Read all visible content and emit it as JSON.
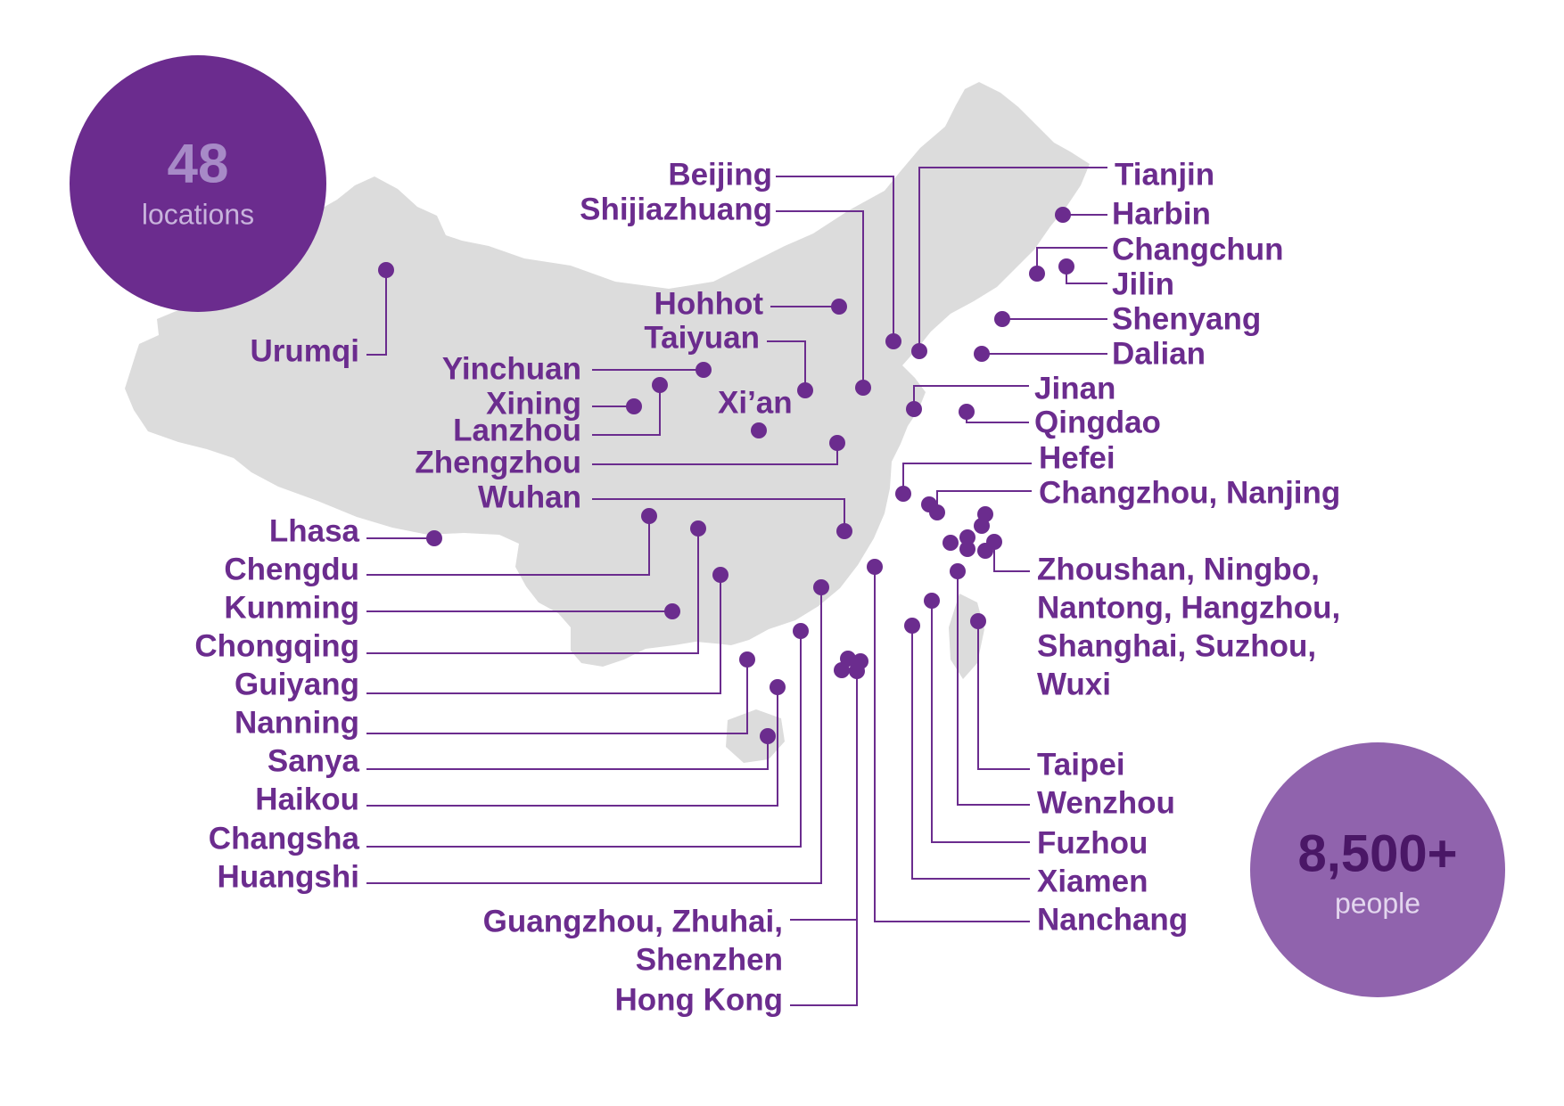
{
  "colors": {
    "land": "#dcdcdc",
    "accent": "#6b2c8e",
    "badge_dark": "#6b2c8e",
    "badge_light": "#9063ad",
    "badge_dark_number": "#a78ac7",
    "badge_dark_sub": "#c8b3dc",
    "badge_light_number": "#4a1766",
    "badge_light_sub": "#e3d6ee"
  },
  "badges": {
    "locations": {
      "number": "48",
      "label": "locations"
    },
    "people": {
      "number": "8,500+",
      "label": "people"
    }
  },
  "cities": [
    {
      "id": "beijing",
      "lines": [
        "Beijing"
      ]
    },
    {
      "id": "shijiazhuang",
      "lines": [
        "Shijiazhuang"
      ]
    },
    {
      "id": "tianjin",
      "lines": [
        "Tianjin"
      ]
    },
    {
      "id": "harbin",
      "lines": [
        "Harbin"
      ]
    },
    {
      "id": "changchun",
      "lines": [
        "Changchun"
      ]
    },
    {
      "id": "jilin",
      "lines": [
        "Jilin"
      ]
    },
    {
      "id": "shenyang",
      "lines": [
        "Shenyang"
      ]
    },
    {
      "id": "dalian",
      "lines": [
        "Dalian"
      ]
    },
    {
      "id": "hohhot",
      "lines": [
        "Hohhot"
      ]
    },
    {
      "id": "taiyuan",
      "lines": [
        "Taiyuan"
      ]
    },
    {
      "id": "urumqi",
      "lines": [
        "Urumqi"
      ]
    },
    {
      "id": "yinchuan",
      "lines": [
        "Yinchuan"
      ]
    },
    {
      "id": "xining",
      "lines": [
        "Xining"
      ]
    },
    {
      "id": "lanzhou",
      "lines": [
        "Lanzhou"
      ]
    },
    {
      "id": "xian",
      "lines": [
        "Xi’an"
      ]
    },
    {
      "id": "zhengzhou",
      "lines": [
        "Zhengzhou"
      ]
    },
    {
      "id": "wuhan",
      "lines": [
        "Wuhan"
      ]
    },
    {
      "id": "jinan",
      "lines": [
        "Jinan"
      ]
    },
    {
      "id": "qingdao",
      "lines": [
        "Qingdao"
      ]
    },
    {
      "id": "hefei",
      "lines": [
        "Hefei"
      ]
    },
    {
      "id": "changzhou_nanjing",
      "lines": [
        "Changzhou, Nanjing"
      ]
    },
    {
      "id": "yangtze_delta",
      "lines": [
        "Zhoushan, Ningbo,",
        "Nantong, Hangzhou,",
        "Shanghai, Suzhou,",
        "Wuxi"
      ]
    },
    {
      "id": "lhasa",
      "lines": [
        "Lhasa"
      ]
    },
    {
      "id": "chengdu",
      "lines": [
        "Chengdu"
      ]
    },
    {
      "id": "kunming",
      "lines": [
        "Kunming"
      ]
    },
    {
      "id": "chongqing",
      "lines": [
        "Chongqing"
      ]
    },
    {
      "id": "guiyang",
      "lines": [
        "Guiyang"
      ]
    },
    {
      "id": "nanning",
      "lines": [
        "Nanning"
      ]
    },
    {
      "id": "sanya",
      "lines": [
        "Sanya"
      ]
    },
    {
      "id": "haikou",
      "lines": [
        "Haikou"
      ]
    },
    {
      "id": "changsha",
      "lines": [
        "Changsha"
      ]
    },
    {
      "id": "huangshi",
      "lines": [
        "Huangshi"
      ]
    },
    {
      "id": "pearl_delta",
      "lines": [
        "Guangzhou, Zhuhai,",
        "Shenzhen"
      ]
    },
    {
      "id": "hongkong",
      "lines": [
        "Hong Kong"
      ]
    },
    {
      "id": "taipei",
      "lines": [
        "Taipei"
      ]
    },
    {
      "id": "wenzhou",
      "lines": [
        "Wenzhou"
      ]
    },
    {
      "id": "fuzhou",
      "lines": [
        "Fuzhou"
      ]
    },
    {
      "id": "xiamen",
      "lines": [
        "Xiamen"
      ]
    },
    {
      "id": "nanchang",
      "lines": [
        "Nanchang"
      ]
    }
  ]
}
